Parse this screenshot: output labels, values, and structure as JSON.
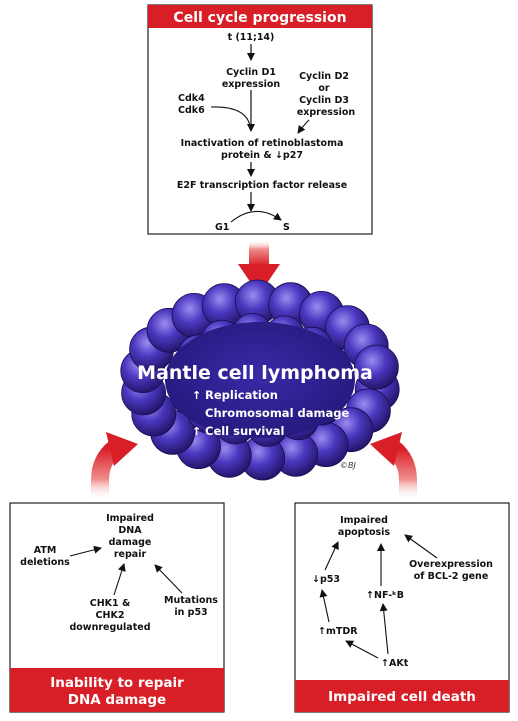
{
  "top_box": {
    "title": "Cell cycle progression",
    "translocation": "t (11;14)",
    "cyclin_d1_l1": "Cyclin D1",
    "cyclin_d1_l2": "expression",
    "cdk4": "Cdk4",
    "cdk6": "Cdk6",
    "cyclin_d2": "Cyclin D2",
    "or": "or",
    "cyclin_d3": "Cyclin D3",
    "cyclin_d3_expr": "expression",
    "inactivation_l1": "Inactivation of retinoblastoma",
    "inactivation_l2": "protein & ↓p27",
    "e2f": "E2F transcription factor release",
    "g1": "G1",
    "s": "S"
  },
  "center": {
    "title": "Mantle cell lymphoma",
    "items": [
      {
        "arrow": "🡅",
        "text": "Replication"
      },
      {
        "arrow": "",
        "text": "Chromosomal damage"
      },
      {
        "arrow": "🡅",
        "text": "Cell survival"
      }
    ],
    "signature": "©BJ"
  },
  "left_box": {
    "title_l1": "Inability to repair",
    "title_l2": "DNA damage",
    "impaired_l1": "Impaired",
    "impaired_l2": "DNA",
    "impaired_l3": "damage",
    "impaired_l4": "repair",
    "atm_l1": "ATM",
    "atm_l2": "deletions",
    "chk_l1": "CHK1 &",
    "chk_l2": "CHK2",
    "chk_l3": "downregulated",
    "mut_l1": "Mutations",
    "mut_l2": "in p53"
  },
  "right_box": {
    "title": "Impaired cell death",
    "apop_l1": "Impaired",
    "apop_l2": "apoptosis",
    "bcl_l1": "Overexpression",
    "bcl_l2": "of BCL-2 gene",
    "p53": "↓p53",
    "nfkb": "NF-ᵏB",
    "mtdr": "mTDR",
    "akt": "AKt"
  },
  "colors": {
    "red": "#d81e26",
    "purple_dark": "#2a1a7a",
    "purple_mid": "#4a36b8",
    "purple_light": "#8a7ae0"
  }
}
